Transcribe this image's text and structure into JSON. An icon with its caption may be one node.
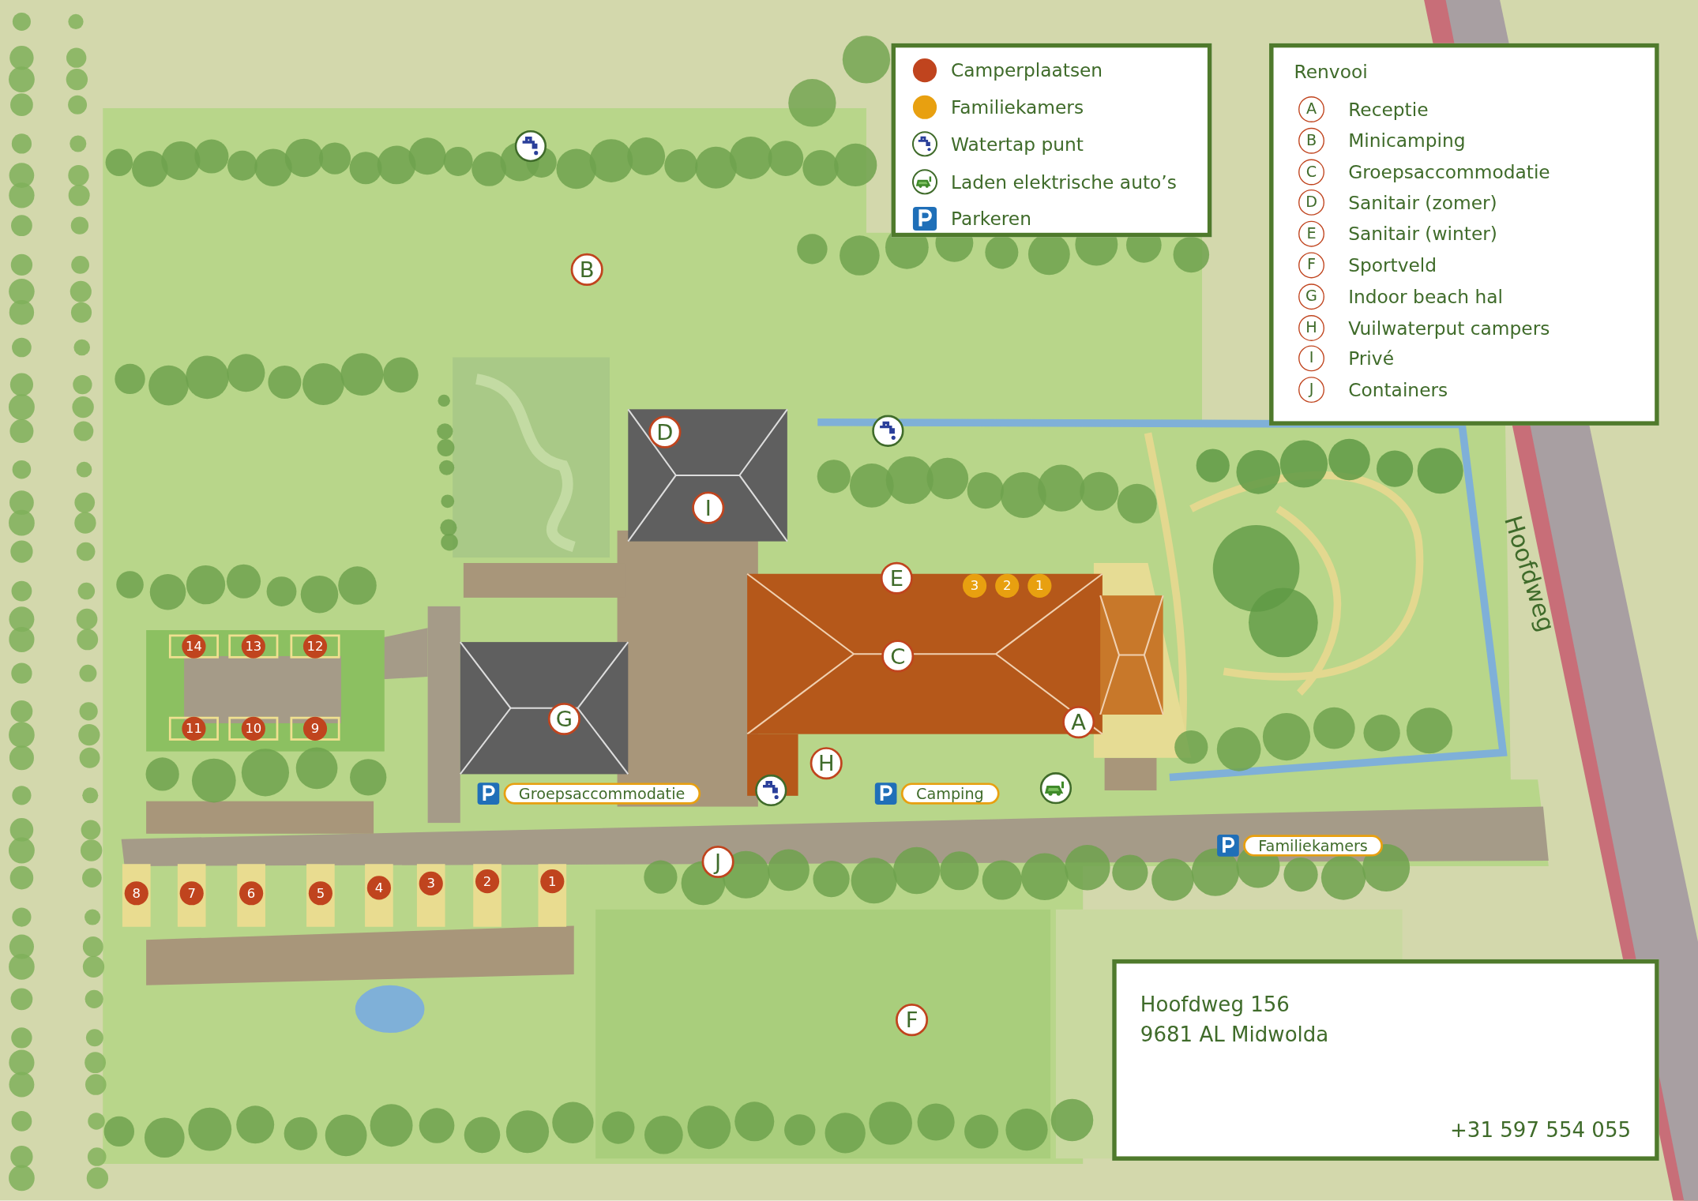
{
  "diagram": {
    "labels": [
      "Renvooi",
      "A",
      "Receptie",
      "B",
      "Minicamping",
      "C",
      "Groepsaccommodatie",
      "D",
      "Sanitair (zomer)",
      "E",
      "Sanitair (winter)",
      "F",
      "Sportveld",
      "G",
      "Indoor beach hal",
      "H",
      "Vuilwaterput campers",
      "I",
      "Privé",
      "J",
      "Containers",
      "B",
      "D",
      "I",
      "E",
      "3",
      "2",
      "1",
      "C",
      "14",
      "13",
      "12",
      "11",
      "10",
      "9",
      "G",
      "A",
      "H",
      "Groepsaccommodatie",
      "Camping",
      "Hoofdweg",
      "J",
      "Familiekamers",
      "8",
      "7",
      "6",
      "5",
      "4",
      "3",
      "2",
      "1",
      "F",
      "Hoofdweg 156",
      "9681 AL Midwolda",
      "+31 597 554 055"
    ],
    "legend": [
      {
        "text": "Camperplaatsen",
        "color": "#c0441e"
      },
      {
        "text": "Familiekamers",
        "color": "#e8a010"
      },
      {
        "text": "Watertap punt"
      },
      {
        "text": "Laden elektrische auto’s"
      },
      {
        "text": "Parkeren"
      }
    ]
  }
}
